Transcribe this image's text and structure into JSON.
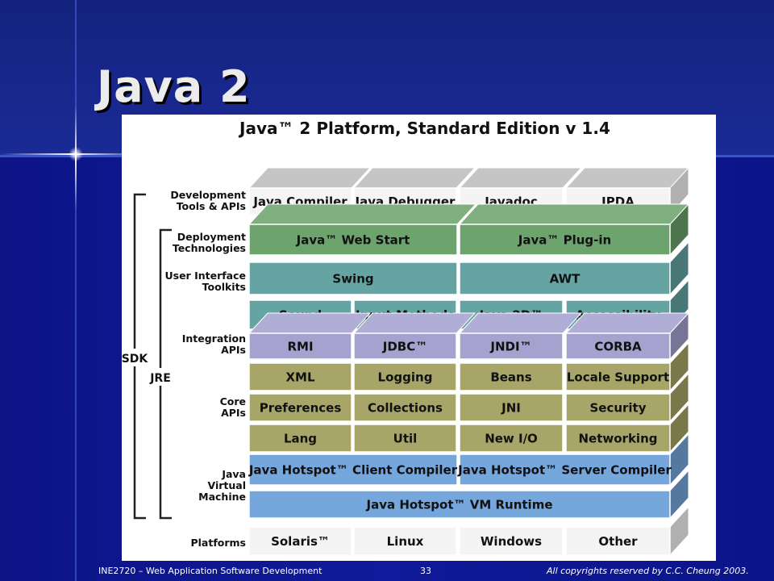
{
  "slide": {
    "title": "Java 2",
    "footer_left": "INE2720 – Web Application Software Development",
    "page_number": "33",
    "footer_right": "All copyrights reserved by C.C. Cheung 2003."
  },
  "diagram": {
    "title": "Java™ 2 Platform, Standard Edition v 1.4",
    "bracket_labels": {
      "sdk": "SDK",
      "jre": "JRE"
    },
    "left_labels": {
      "dev_tools": [
        "Development",
        "Tools & APIs"
      ],
      "deployment": [
        "Deployment",
        "Technologies"
      ],
      "ui_toolkits": [
        "User Interface",
        "Toolkits"
      ],
      "integration": [
        "Integration",
        "APIs"
      ],
      "core": [
        "Core",
        "APIs"
      ],
      "jvm": [
        "Java",
        "Virtual",
        "Machine"
      ],
      "platforms": [
        "Platforms"
      ]
    },
    "colors": {
      "tools": "#f4f4f4",
      "deployment": "#6da46d",
      "ui": "#66a4a4",
      "integration": "#a5a2d0",
      "core": "#a7a668",
      "jvm": "#75a6dc",
      "platform": "#f4f4f4"
    },
    "rows": {
      "tools": [
        "Java Compiler",
        "Java Debugger",
        "Javadoc",
        "JPDA"
      ],
      "deployment": [
        "Java™ Web Start",
        "Java™ Plug-in"
      ],
      "ui_top": [
        "Swing",
        "AWT"
      ],
      "ui_bottom": [
        "Sound",
        "Input Methods",
        "Java 2D™",
        "Accessibility"
      ],
      "integration": [
        "RMI",
        "JDBC™",
        "JNDI™",
        "CORBA"
      ],
      "core1": [
        "XML",
        "Logging",
        "Beans",
        "Locale Support"
      ],
      "core2": [
        "Preferences",
        "Collections",
        "JNI",
        "Security"
      ],
      "core3": [
        "Lang",
        "Util",
        "New I/O",
        "Networking"
      ],
      "jvm_compilers": [
        "Java Hotspot™ Client Compiler",
        "Java Hotspot™ Server Compiler"
      ],
      "jvm_runtime": "Java Hotspot™ VM Runtime",
      "platforms": [
        "Solaris™",
        "Linux",
        "Windows",
        "Other"
      ]
    }
  }
}
